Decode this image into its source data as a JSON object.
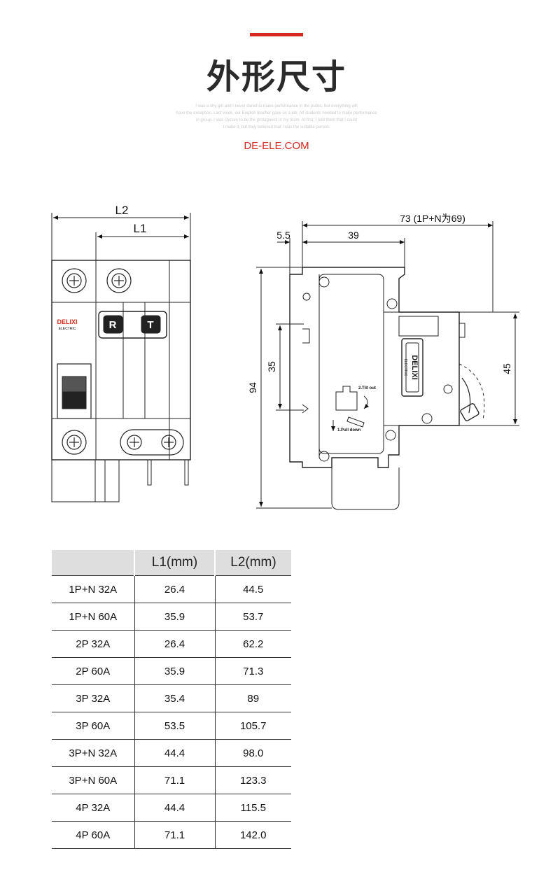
{
  "header": {
    "title": "外形尺寸",
    "blurb_lines": [
      "I was a shy girl and I never dared to make performance in the public, but everything will",
      "have the exception. Last week, our English teacher gave us a job. All students needed to make performance",
      "in group. I was chosen to be the protagonist in my team. At first, I told them that I could",
      "t make it, but they believed that I was the suitable person."
    ],
    "site": "DE-ELE.COM"
  },
  "colors": {
    "accent": "#d7281f",
    "table_header_bg": "#dedede"
  },
  "front_view": {
    "dim_L2": "L2",
    "dim_L1": "L1",
    "brand": "DELIXI",
    "brand_sub": "ELECTRIC",
    "button_r": "R",
    "button_t": "T"
  },
  "side_view": {
    "dim_total": "73 (1P+N为69)",
    "dim_offset": "5.5",
    "dim_rail": "39",
    "dim_height": "94",
    "dim_inner": "35",
    "dim_right": "45",
    "label_tilt": "2.Tilt out",
    "label_pull": "1.Pull down",
    "brand": "DELIXI",
    "brand_sub": "ELECTRIC"
  },
  "table": {
    "headers": [
      "",
      "L1(mm)",
      "L2(mm)"
    ],
    "rows": [
      [
        "1P+N 32A",
        "26.4",
        "44.5"
      ],
      [
        "1P+N 60A",
        "35.9",
        "53.7"
      ],
      [
        "2P   32A",
        "26.4",
        "62.2"
      ],
      [
        "2P   60A",
        "35.9",
        "71.3"
      ],
      [
        "3P   32A",
        "35.4",
        "89"
      ],
      [
        "3P   60A",
        "53.5",
        "105.7"
      ],
      [
        "3P+N 32A",
        "44.4",
        "98.0"
      ],
      [
        "3P+N 60A",
        "71.1",
        "123.3"
      ],
      [
        "4P   32A",
        "44.4",
        "115.5"
      ],
      [
        "4P   60A",
        "71.1",
        "142.0"
      ]
    ]
  }
}
